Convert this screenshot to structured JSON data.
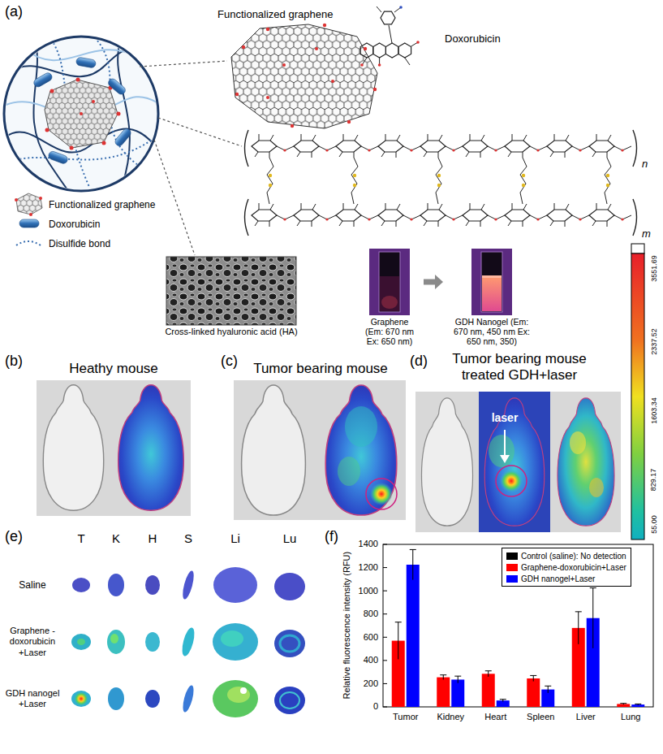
{
  "diagram": {
    "nodes": [
      {
        "text": [
          "Cross-linked hyaluronic acid (HA)"
        ]
      },
      {
        "text": [
          "Graphene (Em: 670 nm Ex: 650 nm)"
        ]
      },
      {
        "text": [
          "GDH Nanogel (Em: 670 nm, 450 nm Ex: 650 nm, 350)"
        ]
      }
    ],
    "edges": [
      {
        "from": 1,
        "to": 2,
        "arrow": "to"
      }
    ],
    "labels": [
      "(a)",
      "Functionalized graphene",
      "Doxorubicin",
      "n",
      "m",
      "(b)",
      "Heathy mouse",
      "(c)",
      "Tumor bearing mouse",
      "(d)",
      "Tumor bearing mouse treated GDH+laser",
      "laser",
      "3551.69",
      "2337.52",
      "1603.34",
      "829.17",
      "55.00",
      "(e)",
      "T",
      "K",
      "H",
      "S",
      "Li",
      "Lu",
      "Saline",
      "Graphene -doxorubicin +Laser",
      "GDH nanogel +Laser",
      "(f)",
      "1400",
      "1200",
      "1000",
      "800",
      "600",
      "400",
      "200",
      "0",
      "Relative fluorescence intensity (RFU)",
      "Tumor",
      "Kidney",
      "Heart",
      "Spleen",
      "Liver",
      "Lung"
    ],
    "legend": [
      {
        "text": "Functionalized graphene"
      },
      {
        "text": "Doxorubicin"
      },
      {
        "text": "Disulfide bond"
      },
      {
        "text": "Control (saline): No detection",
        "color": "#000000"
      },
      {
        "text": "Graphene-doxorubicin+Laser",
        "color": "#ff0000"
      },
      {
        "text": "GDH nanogel+Laser",
        "color": "#0000ff"
      }
    ]
  }
}
